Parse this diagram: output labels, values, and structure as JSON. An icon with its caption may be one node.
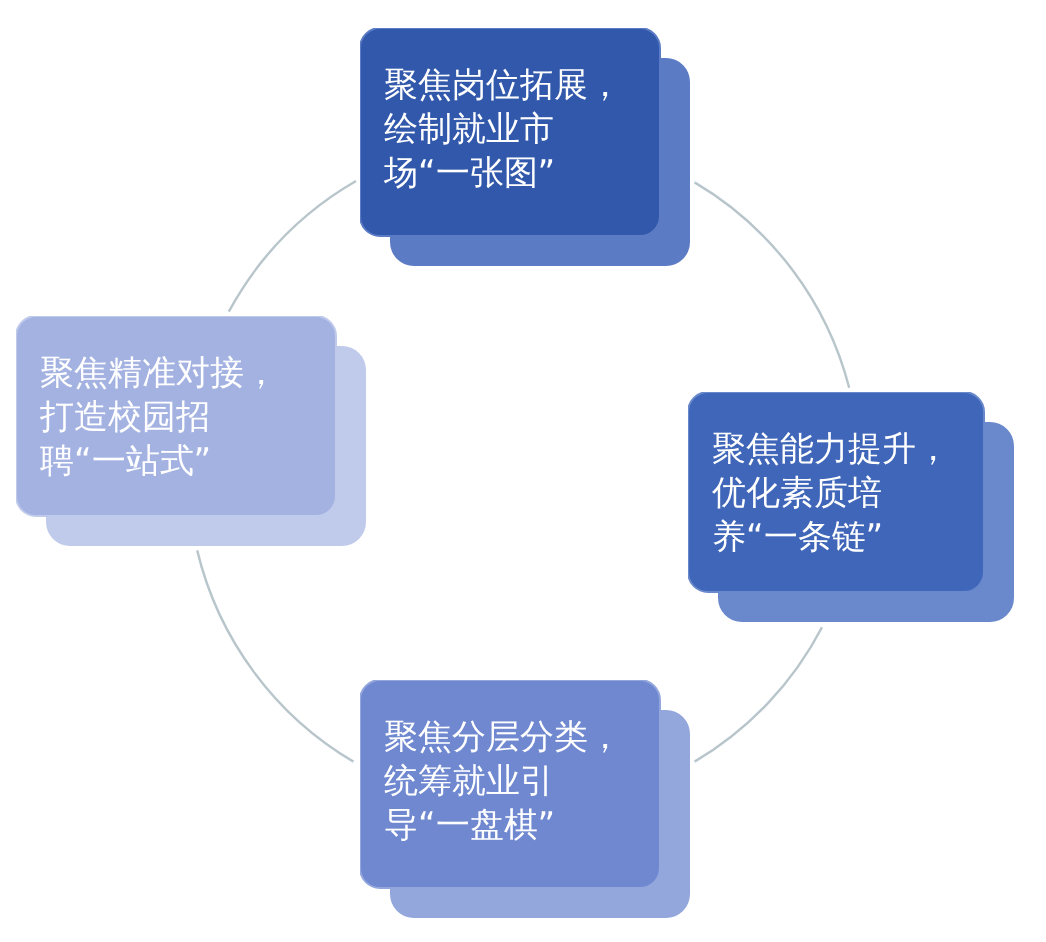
{
  "diagram": {
    "nodes": [
      {
        "text": [
          "聚焦岗位拓展，绘制就业市场“一张图”"
        ]
      },
      {
        "text": [
          "聚焦能力提升，优化素质培养“一条链”"
        ]
      },
      {
        "text": [
          "聚焦分层分类，统筹就业引导“一盘棋”"
        ]
      },
      {
        "text": [
          "聚焦精准对接，打造校园招聘“一站式”"
        ]
      }
    ],
    "edges": [
      {
        "from": 0,
        "to": 1,
        "arrow": "none"
      },
      {
        "from": 1,
        "to": 2,
        "arrow": "none"
      },
      {
        "from": 2,
        "to": 3,
        "arrow": "none"
      },
      {
        "from": 3,
        "to": 0,
        "arrow": "none"
      }
    ]
  }
}
